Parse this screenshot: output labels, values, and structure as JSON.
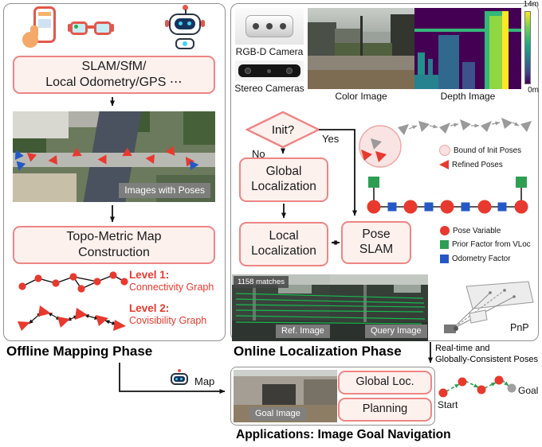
{
  "colors": {
    "accent_pink_border": "#ee8585",
    "accent_pink_fill": "#fdf1ee",
    "pose_red": "#e8392e",
    "factor_blue": "#2558c6",
    "factor_green": "#2f9e53",
    "panel_border": "#909090",
    "match_green": "#18c152",
    "depth_colormap": [
      "#fde725",
      "#22a884",
      "#440154"
    ]
  },
  "offline": {
    "title": "Offline Mapping Phase",
    "slam_box": {
      "line1": "SLAM/SfM/",
      "line2": "Local Odometry/GPS ⋯"
    },
    "aerial_caption": "Images with Poses",
    "topo_box": {
      "line1": "Topo-Metric Map",
      "line2": "Construction"
    },
    "level1": {
      "title": "Level 1:",
      "subtitle": "Connectivity Graph"
    },
    "level2": {
      "title": "Level 2:",
      "subtitle": "Covisibility Graph"
    }
  },
  "online": {
    "title": "Online Localization Phase",
    "sensors": {
      "rgbd": "RGB-D Camera",
      "stereo": "Stereo Cameras",
      "color": "Color Image",
      "depth": "Depth Image",
      "depth_max": "14m",
      "depth_min": "0m"
    },
    "flow": {
      "init": "Init?",
      "no": "No",
      "yes": "Yes",
      "global_loc": {
        "line1": "Global",
        "line2": "Localization"
      },
      "local_loc": {
        "line1": "Local",
        "line2": "Localization"
      },
      "pose_slam": {
        "line1": "Pose",
        "line2": "SLAM"
      }
    },
    "legend_init": {
      "bound": "Bound of Init Poses",
      "refined": "Refined Poses"
    },
    "legend_graph": {
      "pose": "Pose Variable",
      "prior": "Prior Factor from VLoc",
      "odom": "Odometry Factor"
    },
    "matching": {
      "matches": "1158 matches",
      "ref": "Ref. Image",
      "query": "Query Image",
      "pnp": "PnP"
    },
    "realtime": {
      "line1": "Real-time and",
      "line2": "Globally-Consistent Poses"
    }
  },
  "applications": {
    "title": "Applications: Image Goal Navigation",
    "map_label": "Map",
    "goal_image": "Goal Image",
    "global_loc": "Global Loc.",
    "planning": "Planning",
    "start": "Start",
    "goal": "Goal"
  }
}
